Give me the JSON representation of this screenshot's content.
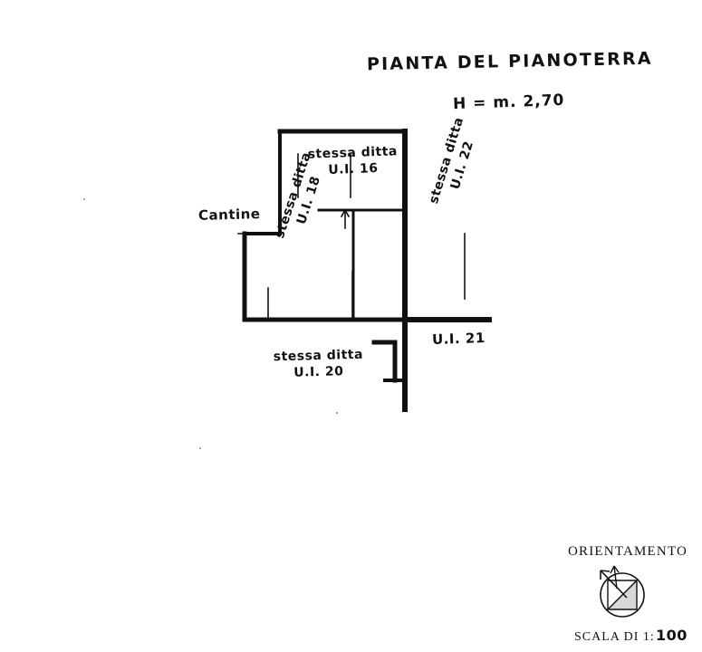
{
  "document": {
    "title": "PIANTA DEL PIANOTERRA",
    "height_note": "H = m. 2,70"
  },
  "plan_labels": {
    "unit_16": "stessa ditta\nU.I. 16",
    "unit_16_line1": "stessa ditta",
    "unit_16_line2": "U.I. 16",
    "cantine": "Cantine",
    "unit_18_line1": "stessa ditta",
    "unit_18_line2": "U.I. 18",
    "unit_22_line1": "stessa ditta",
    "unit_22_line2": "U.I. 22",
    "unit_21": "U.I. 21",
    "unit_20_line1": "stessa ditta",
    "unit_20_line2": "U.I. 20"
  },
  "footer": {
    "orientation_title": "ORIENTAMENTO",
    "scale_label": "SCALA DI 1:",
    "scale_value": "100",
    "compass_icon": "north-arrow-icon"
  },
  "colors": {
    "ink": "#111111",
    "paper": "#ffffff"
  }
}
